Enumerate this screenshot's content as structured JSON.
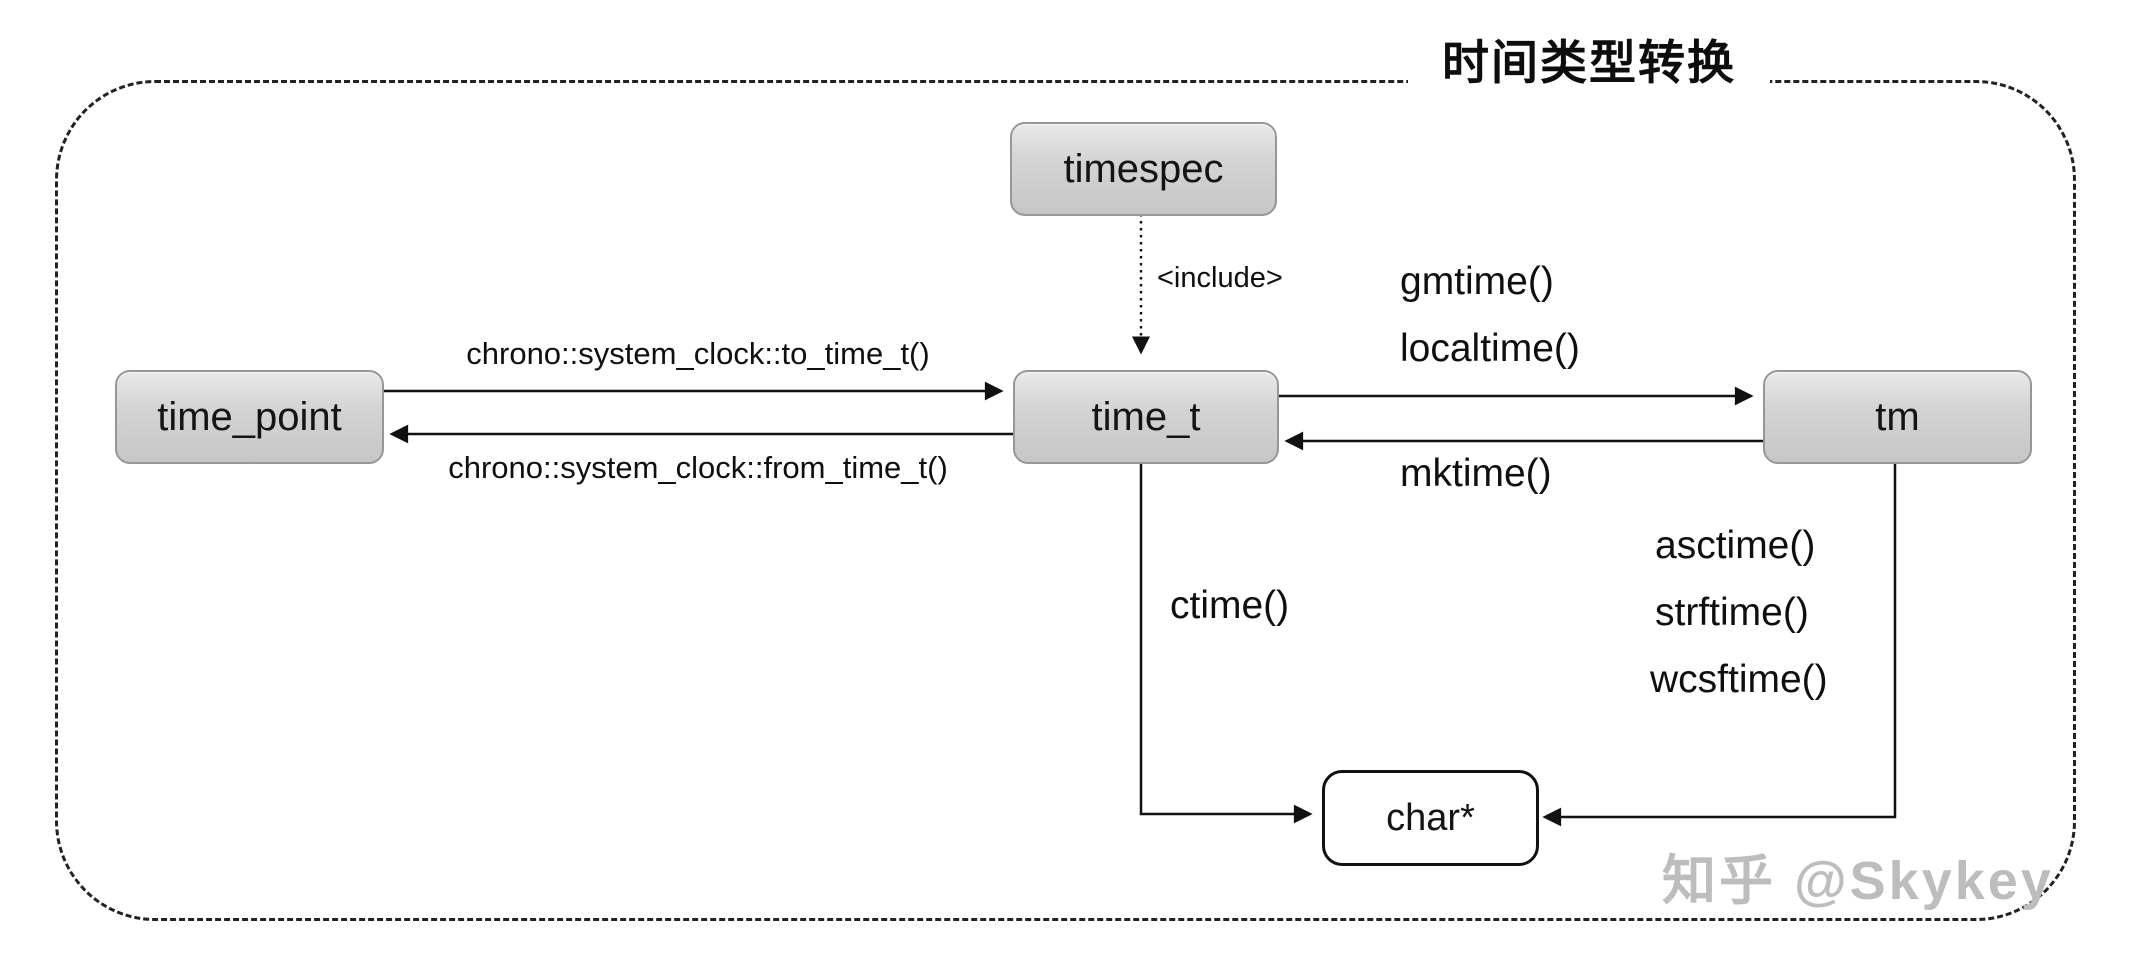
{
  "diagram": {
    "title": "时间类型转换",
    "type": "conversion-flow"
  },
  "nodes": {
    "timespec": "timespec",
    "time_point": "time_point",
    "time_t": "time_t",
    "tm": "tm",
    "char_ptr": "char*"
  },
  "edge_labels": {
    "include": "<include>",
    "to_time_t": "chrono::system_clock::to_time_t()",
    "from_time_t": "chrono::system_clock::from_time_t()",
    "gmtime": "gmtime()",
    "localtime": "localtime()",
    "mktime": "mktime()",
    "ctime": "ctime()",
    "asctime": "asctime()",
    "strftime": "strftime()",
    "wcsftime": "wcsftime()"
  },
  "watermark": "知乎 @Skykey",
  "colors": {
    "node_fill_top": "#e9e9e9",
    "node_fill_bottom": "#c6c6c6",
    "node_border": "#979797",
    "char_node_border": "#111111",
    "line": "#111111",
    "frame_dash": "#222222",
    "watermark": "#bdbdbd",
    "background": "#ffffff"
  }
}
